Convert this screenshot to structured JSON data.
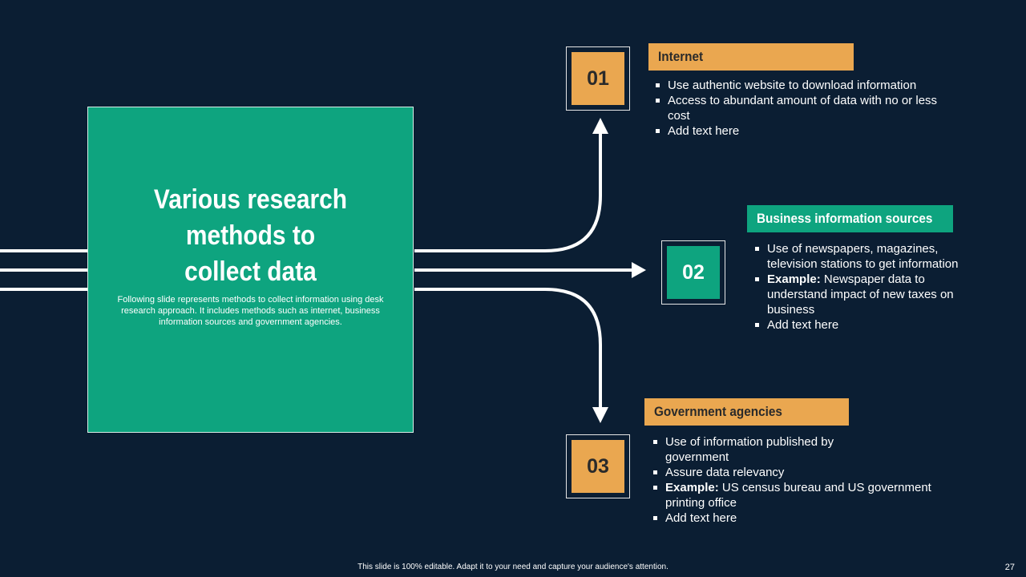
{
  "center": {
    "title": "Various research\nmethods to\ncollect data",
    "description": "Following slide represents methods to collect information using desk research approach. It includes methods such as internet, business information sources and government agencies."
  },
  "items": [
    {
      "number": "01",
      "label": "Internet",
      "color": "#eaa750",
      "bullets": [
        {
          "bold": "",
          "text": "Use authentic website to download information"
        },
        {
          "bold": "",
          "text": "Access to abundant amount of data with no or less cost"
        },
        {
          "bold": "",
          "text": "Add text here"
        }
      ]
    },
    {
      "number": "02",
      "label": "Business information sources",
      "color": "#0ea47f",
      "bullets": [
        {
          "bold": "",
          "text": "Use of newspapers, magazines, television stations to get information"
        },
        {
          "bold": "Example:",
          "text": " Newspaper data to understand impact of new taxes on business"
        },
        {
          "bold": "",
          "text": "Add text here"
        }
      ]
    },
    {
      "number": "03",
      "label": "Government agencies",
      "color": "#eaa750",
      "bullets": [
        {
          "bold": "",
          "text": "Use of information published by government"
        },
        {
          "bold": "",
          "text": "Assure data relevancy"
        },
        {
          "bold": "Example:",
          "text": " US census bureau and US government printing office"
        },
        {
          "bold": "",
          "text": "Add text here"
        }
      ]
    }
  ],
  "footer": {
    "text": "This slide is 100% editable. Adapt it to your need and capture your audience's attention.",
    "page_number": "27"
  },
  "colors": {
    "background": "#0b1e33",
    "green": "#0ea47f",
    "orange": "#eaa750"
  }
}
